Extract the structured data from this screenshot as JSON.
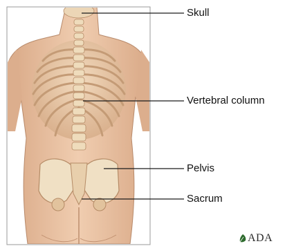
{
  "labels": {
    "skull": "Skull",
    "vertebral_column": "Vertebral column",
    "pelvis": "Pelvis",
    "sacrum": "Sacrum"
  },
  "logo": {
    "text": "ADA",
    "icon": "leaf-icon"
  },
  "colors": {
    "skin": "#e9c3a4",
    "bone": "#f0e2c4",
    "bone_shadow": "#c8a27a",
    "frame": "#9a9a9a",
    "leader": "#1a1a1a"
  }
}
